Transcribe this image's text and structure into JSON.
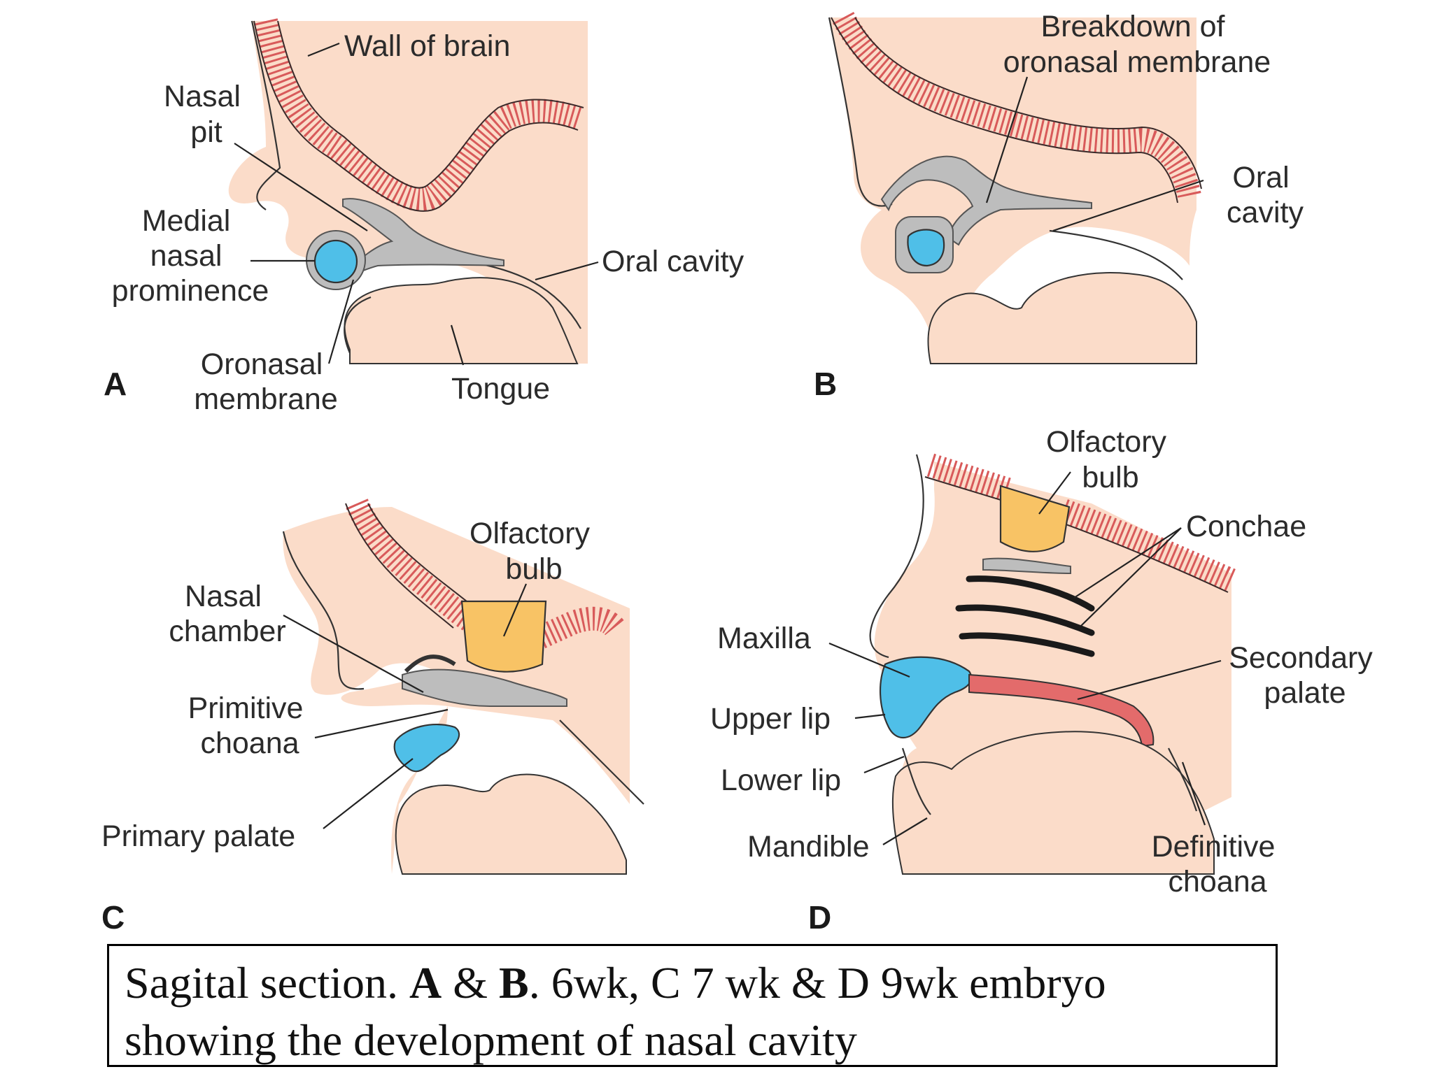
{
  "panels": {
    "a": {
      "letter": "A",
      "wall_of_brain": "Wall of brain",
      "nasal_pit": [
        "Nasal",
        "pit"
      ],
      "medial_nasal_prominence": [
        "Medial",
        "nasal",
        "prominence"
      ],
      "oronasal_membrane": [
        "Oronasal",
        "membrane"
      ],
      "oral_cavity": "Oral cavity",
      "tongue": "Tongue"
    },
    "b": {
      "letter": "B",
      "breakdown": [
        "Breakdown of",
        "oronasal membrane"
      ],
      "oral_cavity": [
        "Oral",
        "cavity"
      ]
    },
    "c": {
      "letter": "C",
      "olfactory_bulb": [
        "Olfactory",
        "bulb"
      ],
      "nasal_chamber": [
        "Nasal",
        "chamber"
      ],
      "primitive_choana": [
        "Primitive",
        "choana"
      ],
      "primary_palate": "Primary palate"
    },
    "d": {
      "letter": "D",
      "olfactory_bulb": [
        "Olfactory",
        "bulb"
      ],
      "conchae": "Conchae",
      "maxilla": "Maxilla",
      "secondary_palate": [
        "Secondary",
        "palate"
      ],
      "upper_lip": "Upper lip",
      "lower_lip": "Lower lip",
      "mandible": "Mandible",
      "definitive_choana": [
        "Definitive",
        "choana"
      ]
    }
  },
  "caption": {
    "part1": "Sagital section. ",
    "bold_a": "A",
    "part2": " & ",
    "bold_b": "B",
    "part3": ". 6wk, C 7 wk & D 9wk embryo",
    "line2": "showing the development of nasal cavity"
  },
  "colors": {
    "tissue": "#fbdcc9",
    "brain_wall": "#d85a5a",
    "epithelium": "#bdbdbd",
    "blue_structure": "#4fbfe8",
    "olfactory_bulb": "#f8c365"
  }
}
